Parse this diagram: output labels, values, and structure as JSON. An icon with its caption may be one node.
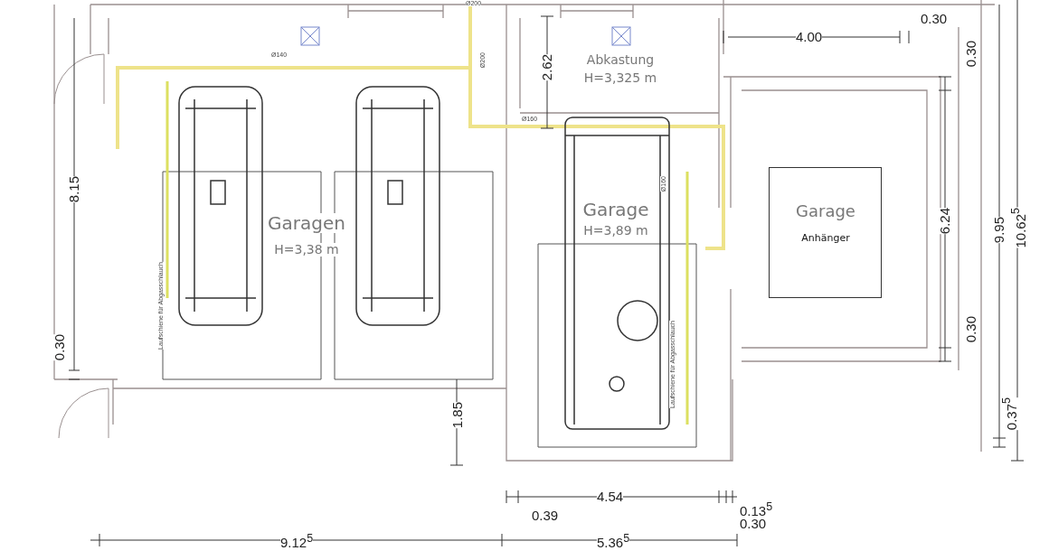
{
  "diagram": {
    "nodes": [
      {
        "text": [
          "Garagen",
          "H=3,38 m"
        ]
      },
      {
        "text": [
          "Abkastung",
          "H=3,325 m"
        ]
      },
      {
        "text": [
          "Garage",
          "H=3,89 m"
        ]
      },
      {
        "text": [
          "Garage",
          "Anhänger"
        ]
      }
    ],
    "labels": [
      "Ø200",
      "Ø140",
      "Ø200",
      "Ø160",
      "Ø160",
      "Laufschiene für Abgasschlauch",
      "Laufschiene für Abgasschlauch",
      "4.00",
      "0.30",
      "0.30",
      "2.62",
      "8.15",
      "0.30",
      "6.24",
      "9.95",
      "10.62$^{5}$",
      "0.30",
      "0.37$^{5}$",
      "1.85",
      "4.54",
      "0.39",
      "0.13$^{5}$",
      "0.30",
      "9.12$^{5}$",
      "5.36$^{5}$"
    ]
  }
}
